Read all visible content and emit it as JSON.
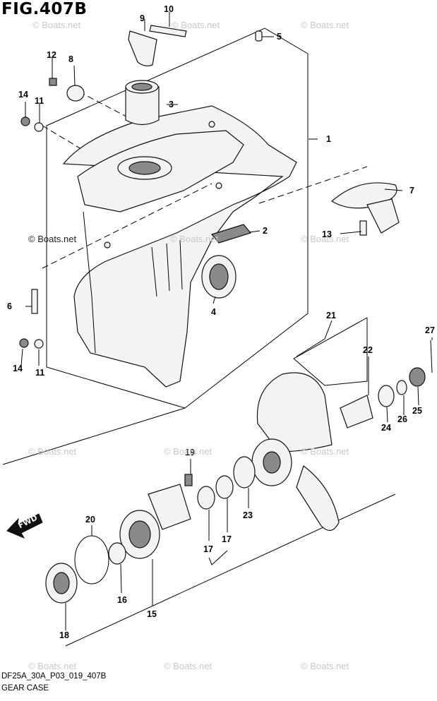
{
  "figure": {
    "title": "FIG.407B",
    "code": "DF25A_30A_P03_019_407B",
    "name": "GEAR CASE",
    "direction": "FWD"
  },
  "watermark": "© Boats.net",
  "callouts": [
    "1",
    "2",
    "3",
    "4",
    "5",
    "6",
    "7",
    "8",
    "9",
    "10",
    "11",
    "11",
    "12",
    "13",
    "14",
    "14",
    "15",
    "16",
    "17",
    "17",
    "18",
    "19",
    "20",
    "21",
    "22",
    "23",
    "24",
    "25",
    "26",
    "27"
  ]
}
